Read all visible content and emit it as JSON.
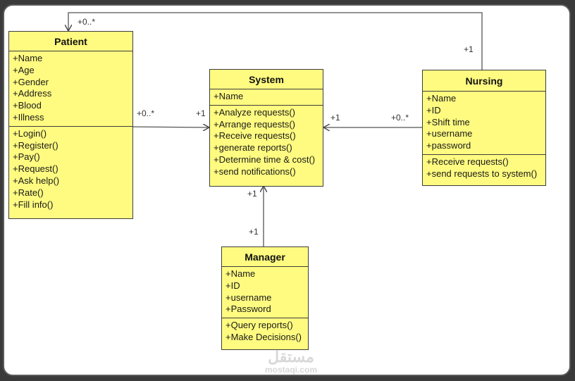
{
  "classes": {
    "patient": {
      "name": "Patient",
      "attributes": [
        "+Name",
        "+Age",
        "+Gender",
        "+Address",
        "+Blood",
        "+Illness"
      ],
      "methods": [
        "+Login()",
        "+Register()",
        "+Pay()",
        "+Request()",
        "+Ask help()",
        "+Rate()",
        "+Fill info()"
      ]
    },
    "system": {
      "name": "System",
      "attributes": [
        "+Name"
      ],
      "methods": [
        "+Analyze requests()",
        "+Arrange requests()",
        "+Receive requests()",
        "+generate reports()",
        "+Determine time & cost()",
        "+send notifications()"
      ]
    },
    "nursing": {
      "name": "Nursing",
      "attributes": [
        "+Name",
        "+ID",
        "+Shift time",
        "+username",
        "+password"
      ],
      "methods": [
        "+Receive requests()",
        "+send requests to system()"
      ]
    },
    "manager": {
      "name": "Manager",
      "attributes": [
        "+Name",
        "+ID",
        "+username",
        "+Password"
      ],
      "methods": [
        "+Query reports()",
        "+Make Decisions()"
      ]
    }
  },
  "associations": {
    "patient_system": {
      "from_mult": "+0..*",
      "to_mult": "+1"
    },
    "nursing_system": {
      "from_mult": "+0..*",
      "to_mult": "+1"
    },
    "manager_system": {
      "from_mult": "+1",
      "to_mult": "+1"
    },
    "nursing_patient": {
      "from_mult": "+1",
      "to_mult": "+0..*"
    }
  },
  "watermark": {
    "logo": "مستقل",
    "site": "mostaqi.com"
  },
  "colors": {
    "class_fill": "#fffb80",
    "border": "#3d3d3d",
    "background": "#ffffff",
    "frame": "#3a3a3a"
  }
}
